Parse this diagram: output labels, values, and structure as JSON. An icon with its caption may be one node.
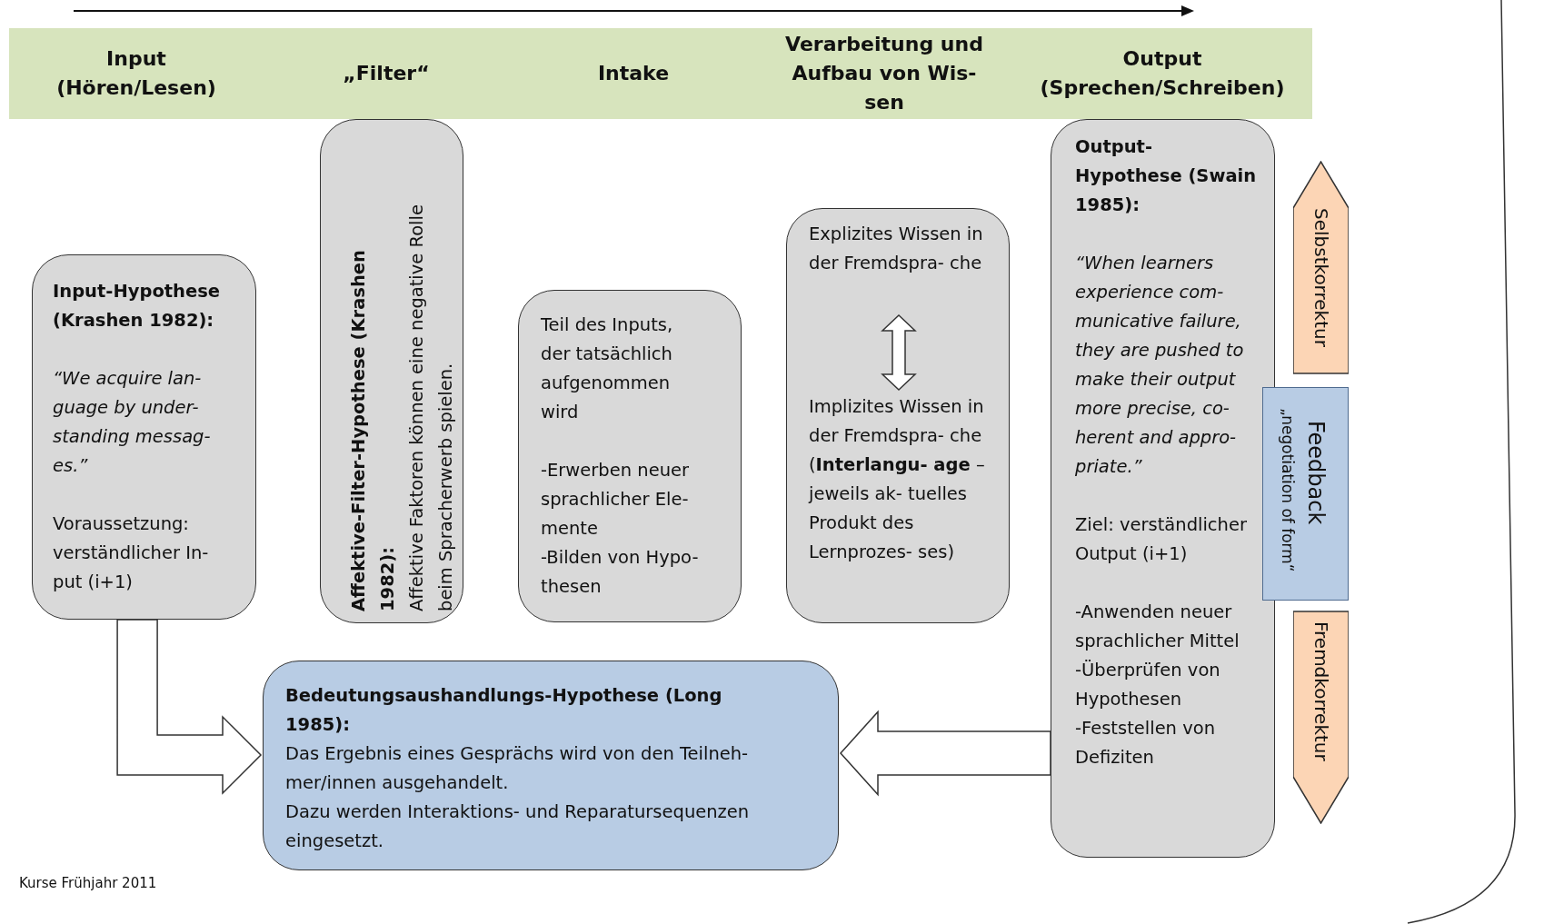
{
  "diagram": {
    "nodes": [
      {
        "text": [
          "Input (Hören/Lesen)",
          "„Filter“",
          "Intake",
          "Verarbeitung und Aufbau von Wis- sen",
          "Output (Sprechen/Schreiben)"
        ]
      },
      {
        "text": [
          "Input-Hypothese (Krashen 1982):",
          "“We acquire lan- guage by under- standing messag- es.”",
          "Voraussetzung: verständlicher In- put (i+1)"
        ]
      },
      {
        "text": [
          "Affektive-Filter-Hypothese (Krashen 1982):",
          "Affektive Faktoren können eine negative Rolle beim Spracherwerb spielen."
        ]
      },
      {
        "text": [
          "Teil des Inputs, der tatsächlich aufgenommen wird",
          "-Erwerben neuer sprachlicher Ele- mente",
          "-Bilden von Hypo- thesen"
        ]
      },
      {
        "text": [],
        "shape": "box"
      },
      {
        "text": [
          "Explizites Wissen in der Fremdspra- che"
        ],
        "in": 4
      },
      {
        "text": [
          "Implizites Wissen in der Fremdspra- che (**Interlangu- age** – jeweils ak- tuelles Produkt des Lernprozes- ses)"
        ],
        "in": 4
      },
      {
        "text": [
          "Output- Hypothese (Swain 1985):",
          "“When learners experience com- municative failure, they are pushed to make their output more precise, co- herent and appro- priate.”",
          "Ziel: verständlicher Output (i+1)",
          "-Anwenden neuer sprachlicher Mittel",
          "-Überprüfen von Hypothesen",
          "-Feststellen von Defiziten"
        ]
      },
      {
        "text": [
          "Selbstkorrektur"
        ]
      },
      {
        "text": [
          "Feedback",
          "„negotiation of form“"
        ]
      },
      {
        "text": [
          "Fremdkorrektur"
        ]
      },
      {
        "text": [
          "Bedeutungsaushandlungs-Hypothese (Long 1985):",
          "Das Ergebnis eines Gesprächs wird von den Teilneh- mer/innen ausgehandelt.",
          "Dazu werden Interaktions- und Reparatursequenzen eingesetzt."
        ]
      }
    ],
    "edges": [
      {
        "from": 1,
        "to": 11,
        "arrow": "to"
      },
      {
        "from": 7,
        "to": 11,
        "arrow": "to"
      },
      {
        "from": 5,
        "to": 6,
        "arrow": "both"
      }
    ],
    "labels": [
      "Kurse Frühjahr 2011"
    ]
  }
}
